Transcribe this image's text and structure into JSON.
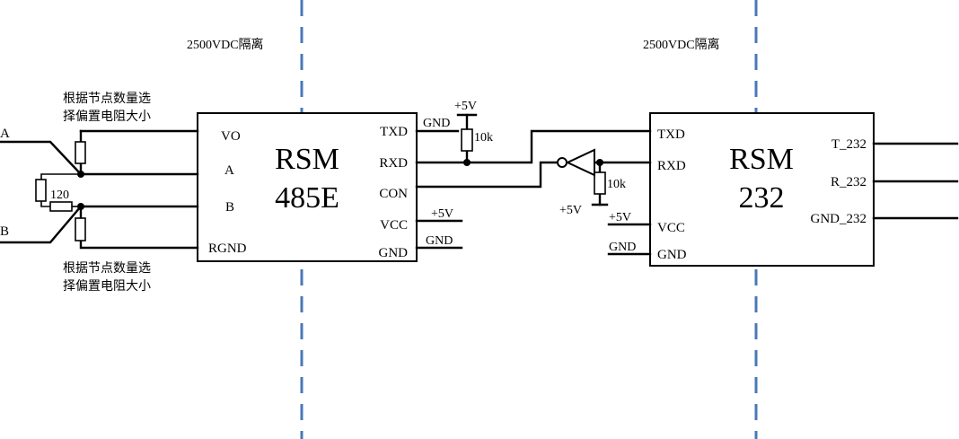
{
  "isolation": {
    "left_label": "2500VDC隔离",
    "right_label": "2500VDC隔离"
  },
  "rsm485": {
    "name_line1": "RSM",
    "name_line2": "485E",
    "left_pins": [
      "VO",
      "A",
      "B",
      "RGND"
    ],
    "right_pins": [
      "TXD",
      "RXD",
      "CON",
      "VCC",
      "GND"
    ]
  },
  "rsm232": {
    "name_line1": "RSM",
    "name_line2": "232",
    "left_pins": [
      "TXD",
      "RXD",
      "VCC",
      "GND"
    ],
    "right_pins": [
      "T_232",
      "R_232",
      "GND_232"
    ]
  },
  "bus": {
    "line_a": "A",
    "line_b": "B",
    "termination": "120",
    "bias_note_top_1": "根据节点数量选",
    "bias_note_top_2": "择偏置电阻大小",
    "bias_note_bottom_1": "根据节点数量选",
    "bias_note_bottom_2": "择偏置电阻大小"
  },
  "middle": {
    "txd_gnd": "GND",
    "pullup_supply": "+5V",
    "pullup_value": "10k",
    "vcc_label": "+5V",
    "gnd_label": "GND",
    "inverter_pullup_supply": "+5V",
    "inverter_pullup_value": "10k",
    "rsm232_vcc_label": "+5V",
    "rsm232_gnd_label": "GND"
  }
}
